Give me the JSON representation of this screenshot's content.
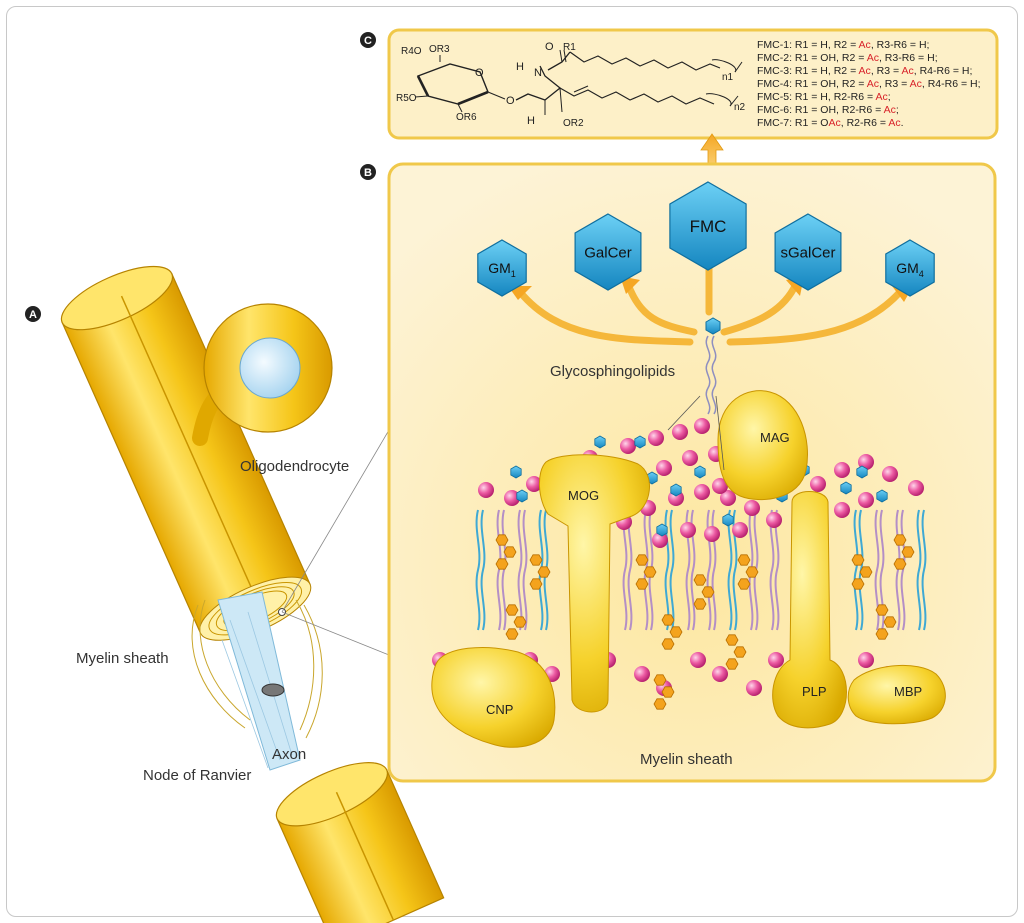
{
  "panels": {
    "a": "A",
    "b": "B",
    "c": "C"
  },
  "labels": {
    "oligodendrocyte": "Oligodendrocyte",
    "myelin_sheath_left": "Myelin sheath",
    "axon": "Axon",
    "node_of_ranvier": "Node of Ranvier",
    "glycosphingolipids": "Glycosphingolipids",
    "myelin_sheath_b": "Myelin sheath"
  },
  "glycolipids": [
    {
      "id": "gm1",
      "base": "GM",
      "sub": "1"
    },
    {
      "id": "galcer",
      "base": "GalCer",
      "sub": ""
    },
    {
      "id": "fmc",
      "base": "FMC",
      "sub": ""
    },
    {
      "id": "sgalcer",
      "base": "sGalCer",
      "sub": ""
    },
    {
      "id": "gm4",
      "base": "GM",
      "sub": "4"
    }
  ],
  "proteins": {
    "mog": "MOG",
    "mag": "MAG",
    "cnp": "CNP",
    "plp": "PLP",
    "mbp": "MBP"
  },
  "structure": {
    "r4o": "R4O",
    "or3": "OR3",
    "r5o": "R5O",
    "or6": "OR6",
    "h_n": "H",
    "n": "N",
    "o": "O",
    "r1": "R1",
    "h": "H",
    "or2": "OR2",
    "n1": "n1",
    "n2": "n2"
  },
  "fmc_variants": [
    {
      "name": "FMC-1:",
      "parts": [
        {
          "t": " R1 = H, R2 = "
        },
        {
          "t": "Ac",
          "r": true
        },
        {
          "t": ", R3-R6 = H;"
        }
      ]
    },
    {
      "name": "FMC-2:",
      "parts": [
        {
          "t": " R1 = OH, R2 = "
        },
        {
          "t": "Ac",
          "r": true
        },
        {
          "t": ", R3-R6 = H;"
        }
      ]
    },
    {
      "name": "FMC-3:",
      "parts": [
        {
          "t": " R1 = H, R2 = "
        },
        {
          "t": "Ac",
          "r": true
        },
        {
          "t": ", R3 = "
        },
        {
          "t": "Ac",
          "r": true
        },
        {
          "t": ", R4-R6 = H;"
        }
      ]
    },
    {
      "name": "FMC-4:",
      "parts": [
        {
          "t": " R1 = OH, R2 = "
        },
        {
          "t": "Ac",
          "r": true
        },
        {
          "t": ", R3 = "
        },
        {
          "t": "Ac",
          "r": true
        },
        {
          "t": ", R4-R6 = H;"
        }
      ]
    },
    {
      "name": "FMC-5:",
      "parts": [
        {
          "t": " R1 = H, R2-R6 = "
        },
        {
          "t": "Ac",
          "r": true
        },
        {
          "t": ";"
        }
      ]
    },
    {
      "name": "FMC-6:",
      "parts": [
        {
          "t": " R1 = OH, R2-R6 = "
        },
        {
          "t": "Ac",
          "r": true
        },
        {
          "t": ";"
        }
      ]
    },
    {
      "name": "FMC-7:",
      "parts": [
        {
          "t": " R1 = O"
        },
        {
          "t": "Ac",
          "r": true
        },
        {
          "t": ", R2-R6 = "
        },
        {
          "t": "Ac",
          "r": true
        },
        {
          "t": "."
        }
      ]
    }
  ],
  "colors": {
    "myelin_yellow": "#f5c518",
    "panel_fill": "#fdf0c8",
    "panel_border": "#f0c84a",
    "hexagon_blue": "#2aa3d6",
    "phospholipid_pink": "#e0408f",
    "cholesterol_orange": "#f4a31d",
    "axon_blue": "#cde8f6",
    "acetyl_red": "#d8232a"
  }
}
